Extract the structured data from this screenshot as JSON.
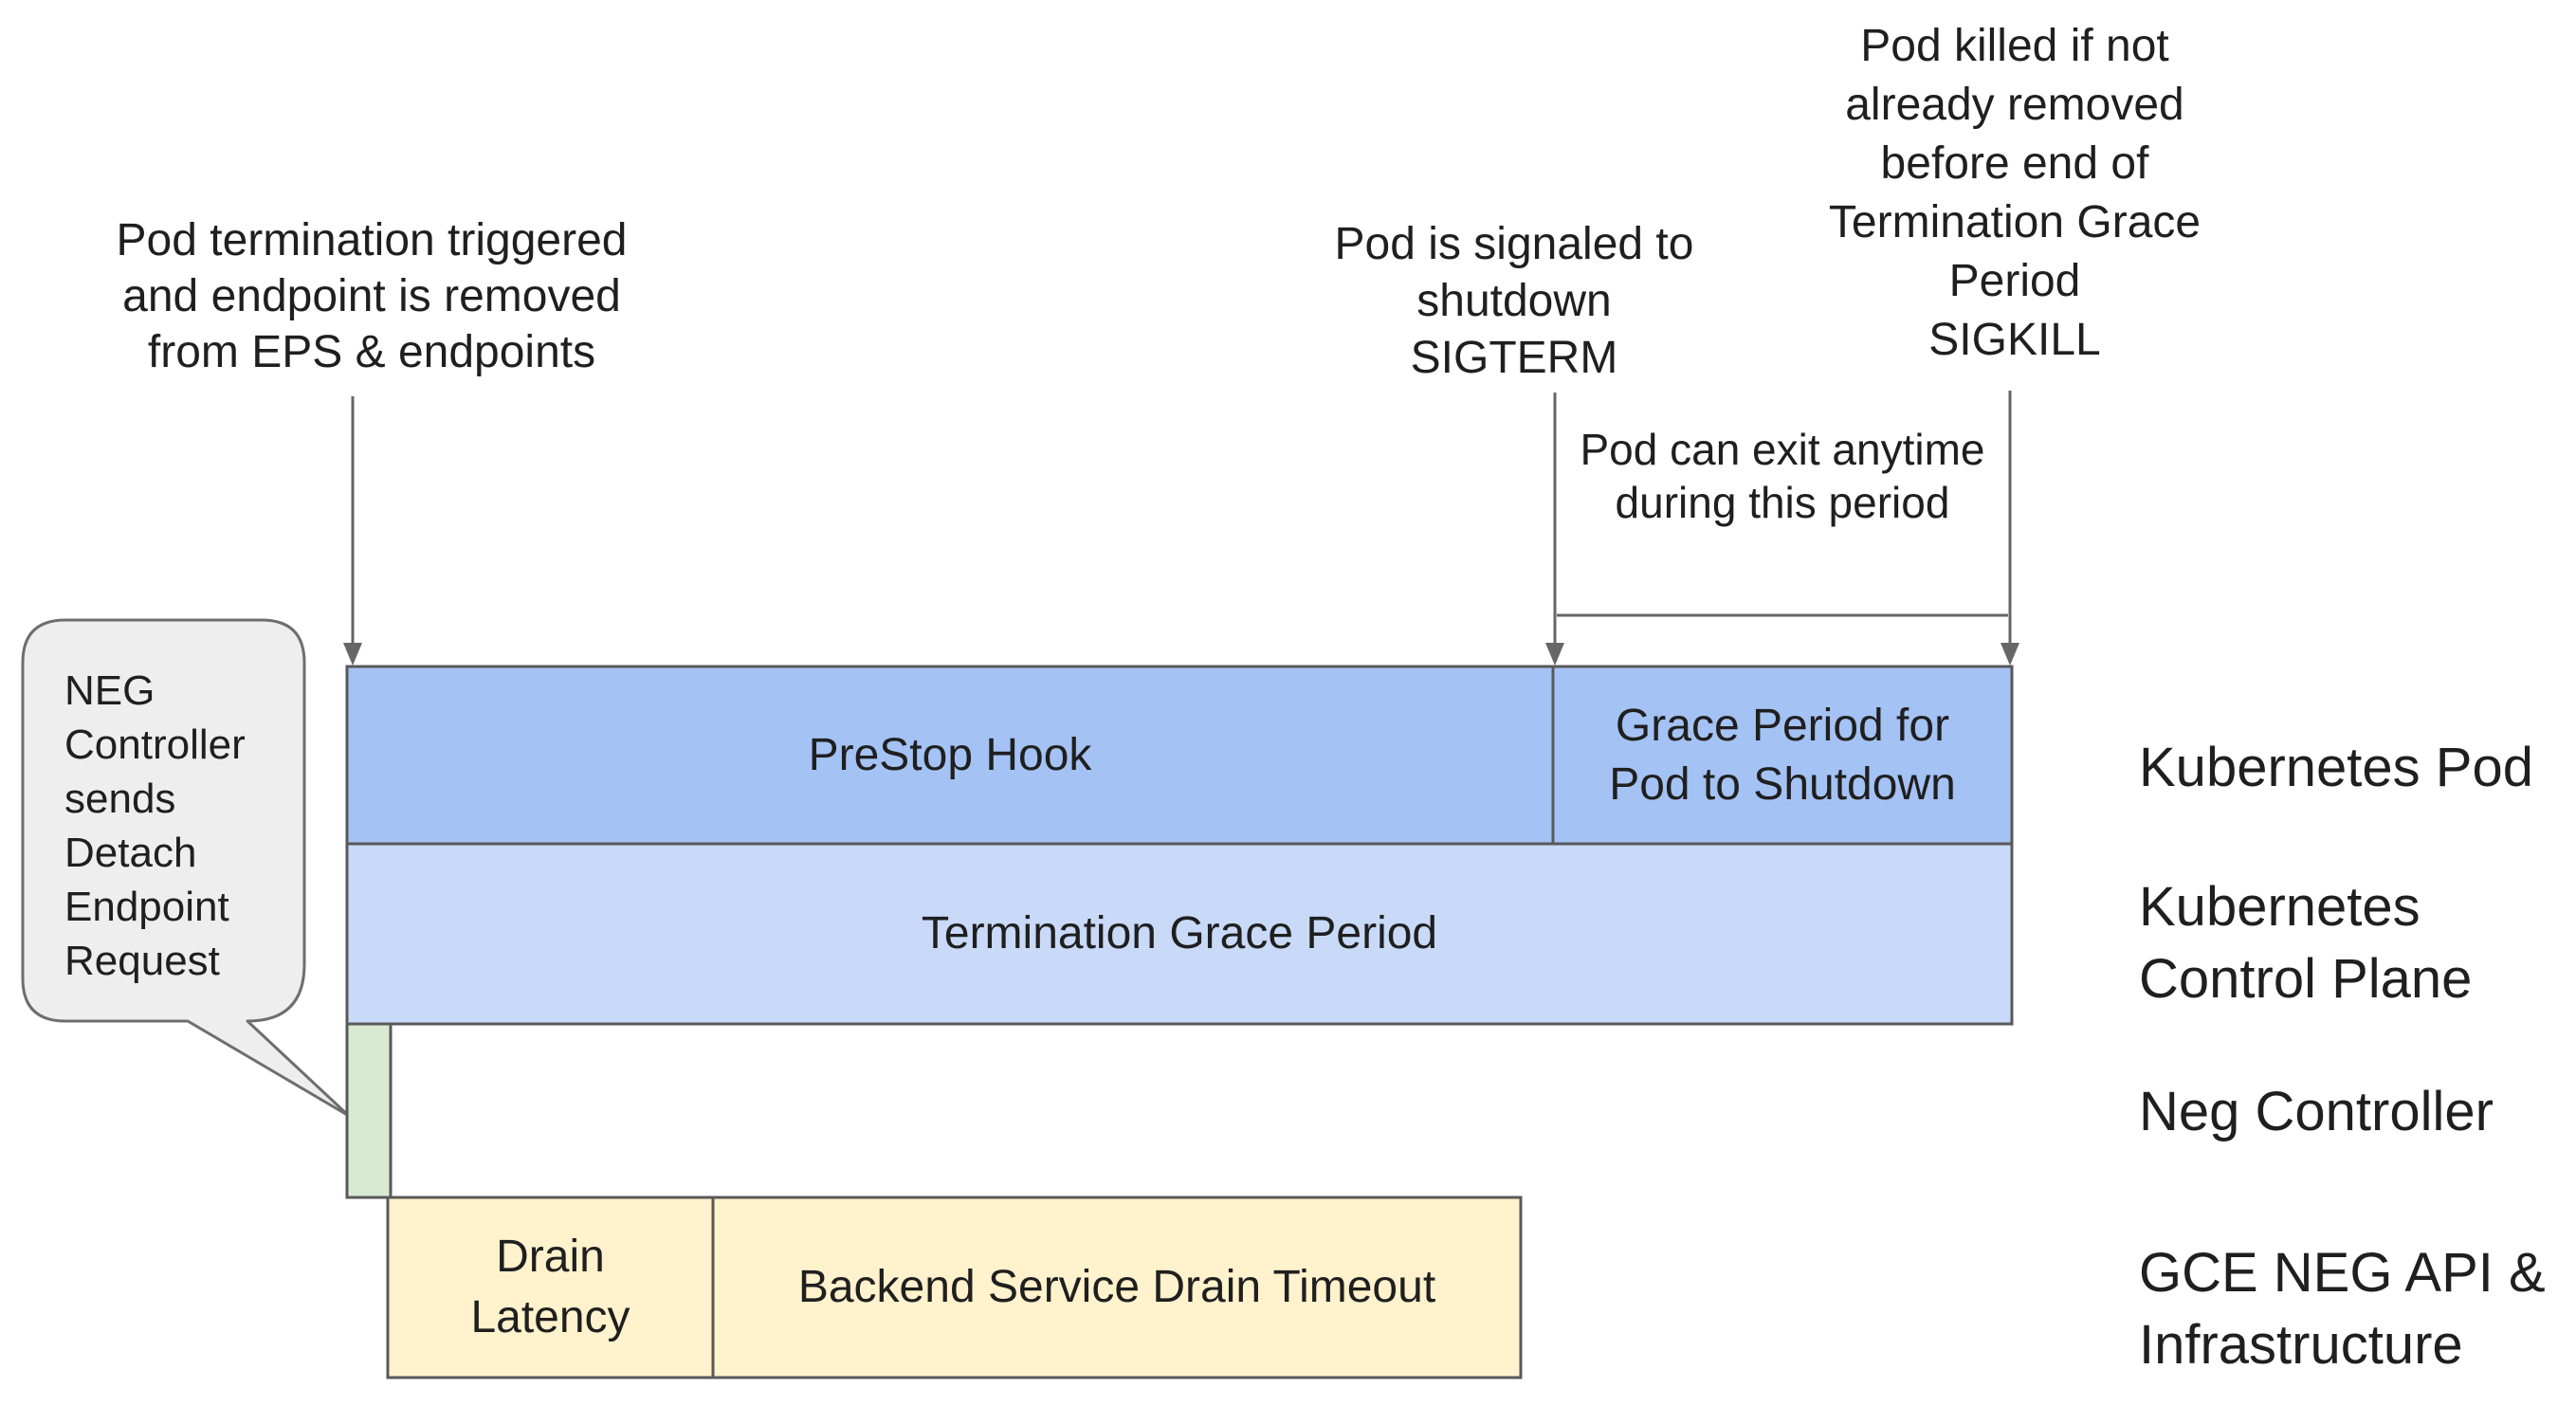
{
  "diagram": {
    "title_semantic": "Kubernetes Pod termination and GCE NEG drain timeline",
    "annotations": {
      "pod_termination": {
        "lines": [
          "Pod termination triggered",
          "and endpoint is removed",
          "from EPS & endpoints"
        ]
      },
      "sigterm": {
        "lines": [
          "Pod is signaled to",
          "shutdown",
          "SIGTERM"
        ]
      },
      "sigkill": {
        "lines": [
          "Pod killed if not",
          "already removed",
          "before end of",
          "Termination Grace",
          "Period",
          "SIGKILL"
        ]
      },
      "pod_can_exit": {
        "lines": [
          "Pod can exit anytime",
          "during this period"
        ]
      }
    },
    "bubble": {
      "lines": [
        "NEG",
        "Controller",
        "sends",
        "Detach",
        "Endpoint",
        "Request"
      ]
    },
    "bars": {
      "prestop_hook": {
        "label": "PreStop Hook"
      },
      "grace_period": {
        "lines": [
          "Grace Period for",
          "Pod to Shutdown"
        ]
      },
      "termination_grace_period": {
        "label": "Termination Grace Period"
      },
      "neg_detach": {
        "label": ""
      },
      "drain_latency": {
        "lines": [
          "Drain",
          "Latency"
        ]
      },
      "backend_drain_timeout": {
        "label": "Backend Service Drain Timeout"
      }
    },
    "lane_labels": {
      "kubernetes_pod": {
        "label": "Kubernetes Pod"
      },
      "kubernetes_control_plane": {
        "lines": [
          "Kubernetes",
          "Control Plane"
        ]
      },
      "neg_controller": {
        "label": "Neg Controller"
      },
      "gce_neg_api": {
        "lines": [
          "GCE NEG API &",
          "Infrastructure"
        ]
      }
    },
    "colors": {
      "bar_blue": "#a4c2f4",
      "bar_blue_light": "#c9daf8",
      "bar_green": "#d9ead3",
      "bar_yellow": "#fff2cc",
      "bar_border": "#595959",
      "bubble_fill": "#eeeeee",
      "bubble_border": "#6e6e6e",
      "arrow_gray": "#666666",
      "text": "#1f1f1f",
      "background": "#ffffff"
    }
  }
}
